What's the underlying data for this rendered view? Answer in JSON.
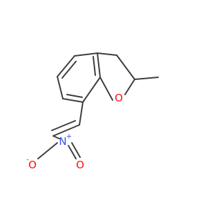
{
  "molecule": {
    "atoms": {
      "ring_oxygen": {
        "symbol": "O",
        "color": "#ff0d0d"
      },
      "nitro_nitrogen": {
        "symbol": "N",
        "charge": "+",
        "color": "#3050f8"
      },
      "nitro_oxygen_double": {
        "symbol": "O",
        "color": "#ff0d0d"
      },
      "nitro_oxygen_single": {
        "symbol": "O",
        "charge": "-",
        "color": "#ff0d0d"
      }
    },
    "bond_color": "#3c3c3c"
  }
}
